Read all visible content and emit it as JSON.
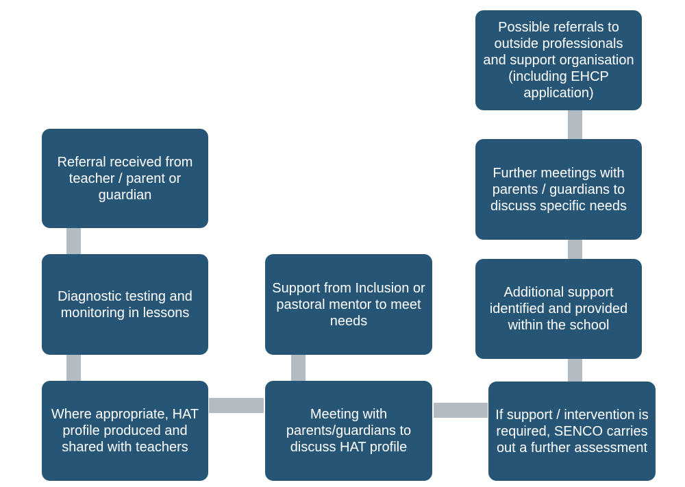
{
  "colors": {
    "box_fill": "#275575",
    "box_text": "#ffffff",
    "connector": "#b4bcc3",
    "background": "#ffffff"
  },
  "nodes": {
    "referral_received": "Referral received from teacher / parent or guardian",
    "diagnostic_testing": "Diagnostic testing and monitoring in lessons",
    "hat_profile": "Where appropriate, HAT profile produced and shared with teachers",
    "meeting_parents": "Meeting with parents/guardians to discuss HAT profile",
    "inclusion_support": "Support from Inclusion or pastoral mentor to meet needs",
    "senco_assessment": "If support / intervention is required, SENCO carries out a further assessment",
    "additional_support": "Additional support identified and provided within the school",
    "further_meetings": "Further meetings with parents / guardians to discuss specific needs",
    "outside_referrals": "Possible referrals to outside professionals and support organisation (including EHCP application)"
  }
}
